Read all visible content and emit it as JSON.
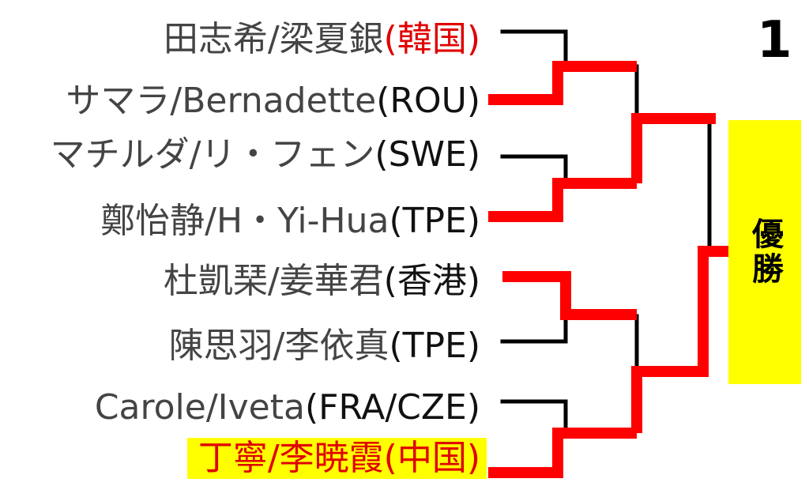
{
  "seed_number": "1",
  "champion_label": "優勝",
  "entries": [
    {
      "main": "田志希/梁夏銀",
      "country": "(韓国)",
      "country_color": "#e00000",
      "winner": false
    },
    {
      "main": "サマラ/Bernadette",
      "country": "(ROU)",
      "winner": false
    },
    {
      "main": "マチルダ/リ・フェン",
      "country": "(SWE)",
      "winner": false
    },
    {
      "main": "鄭怡静/H・Yi-Hua",
      "country": "(TPE)",
      "winner": false
    },
    {
      "main": "杜凱琹/姜華君",
      "country": "(香港)",
      "winner": false
    },
    {
      "main": "陳思羽/李依真",
      "country": "(TPE)",
      "winner": false
    },
    {
      "main": "Carole/Iveta",
      "country": "(FRA/CZE)",
      "winner": false
    },
    {
      "main": "丁寧/李暁霞",
      "country": "(中国)",
      "winner": true
    }
  ],
  "colors": {
    "win_path": "#ff0000",
    "line": "#000000",
    "highlight": "#ffff00"
  }
}
